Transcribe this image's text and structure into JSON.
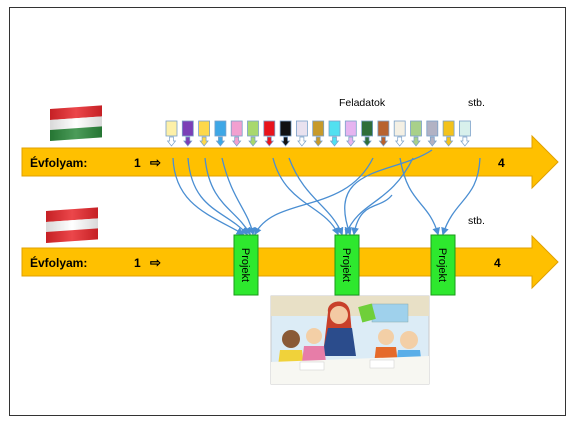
{
  "flags": {
    "top": {
      "country": "Hungary",
      "colors": [
        "#e8262b",
        "#ffffff",
        "#2c8a3c"
      ]
    },
    "bottom": {
      "country": "Austria",
      "colors": [
        "#e8262b",
        "#ffffff",
        "#e8262b"
      ]
    }
  },
  "top_row": {
    "grade_label": "Évfolyam:",
    "start": "1",
    "arrow_glyph": "⇨",
    "end": "4",
    "tasks_label": "Feladatok",
    "etc_label": "stb.",
    "task_colors": [
      "#fdf0a8",
      "#7b3fb6",
      "#fdd84a",
      "#3ea7e6",
      "#f2a0d0",
      "#a8d86e",
      "#e8141c",
      "#111111",
      "#e9e2ef",
      "#c79a2a",
      "#52e0f0",
      "#e6b4f0",
      "#2f6e3a",
      "#b8622e",
      "#f4f0e4",
      "#a8d08a",
      "#b2b2c4",
      "#f3c21c",
      "#d8f0ec"
    ]
  },
  "bottom_row": {
    "grade_label": "Évfolyam:",
    "start": "1",
    "arrow_glyph": "⇨",
    "end": "4",
    "etc_label": "stb.",
    "projects": [
      "Projekt",
      "Projekt",
      "Projekt"
    ]
  },
  "illustration": {
    "name": "classroom-illustration"
  },
  "colors": {
    "arrow": "#ffc000",
    "project": "#2ee82e",
    "connector": "#4a8ed2"
  }
}
